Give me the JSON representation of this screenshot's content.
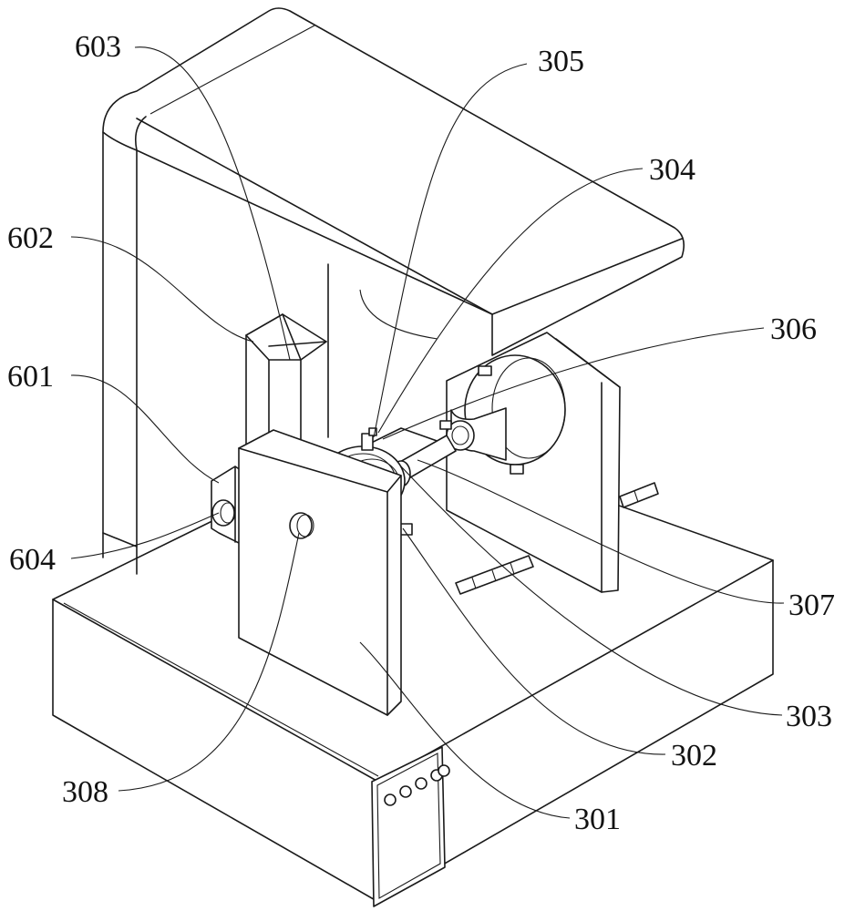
{
  "figure": {
    "labels": {
      "l603": "603",
      "l305": "305",
      "l304": "304",
      "l602": "602",
      "l306": "306",
      "l601": "601",
      "l604": "604",
      "l307": "307",
      "l303": "303",
      "l302": "302",
      "l308": "308",
      "l301": "301"
    }
  }
}
